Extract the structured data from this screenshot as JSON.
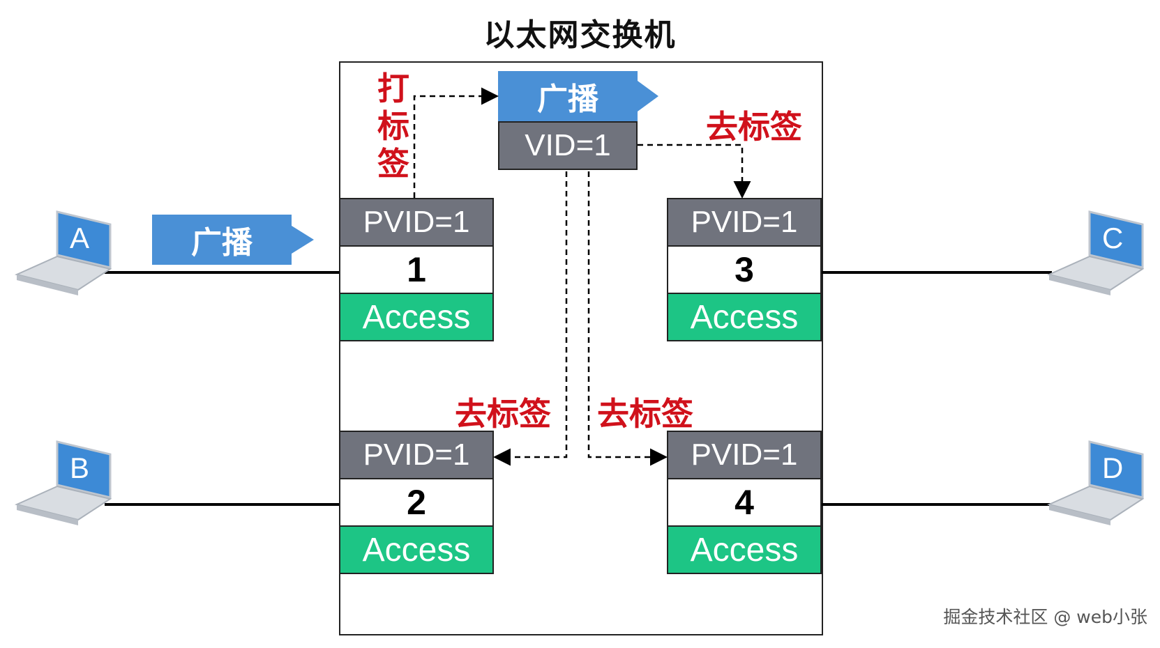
{
  "title": "以太网交换机",
  "hosts": {
    "a": "A",
    "b": "B",
    "c": "C",
    "d": "D"
  },
  "broadcast_label": "广播",
  "frame": {
    "broadcast": "广播",
    "vid": "VID=1"
  },
  "tag_label": "打标签",
  "untag_label": "去标签",
  "ports": [
    {
      "pvid": "PVID=1",
      "number": "1",
      "mode": "Access"
    },
    {
      "pvid": "PVID=1",
      "number": "2",
      "mode": "Access"
    },
    {
      "pvid": "PVID=1",
      "number": "3",
      "mode": "Access"
    },
    {
      "pvid": "PVID=1",
      "number": "4",
      "mode": "Access"
    }
  ],
  "watermark": "掘金技术社区 @ web小张",
  "colors": {
    "pvid": "#70737d",
    "access": "#1dc585",
    "broadcast": "#4a90d6",
    "label_red": "#d0111b",
    "laptop_screen": "#3d8ad6"
  }
}
